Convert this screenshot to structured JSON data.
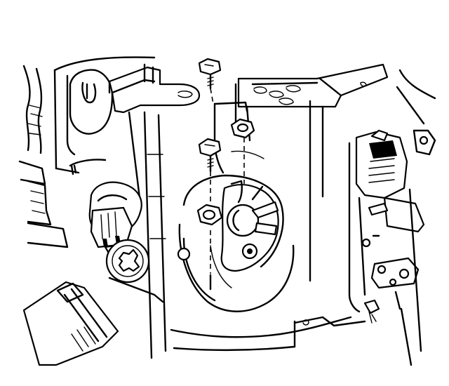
{
  "figure": {
    "kind": "line-art exploded service diagram",
    "background": "#ffffff",
    "ink": "#000000",
    "text_labels": []
  },
  "parts": {
    "upper_bolt": "bolt-icon",
    "mid_bolt_left": "bolt-icon",
    "mid_bolt_right": "nut-icon",
    "lower_nut": "nut-icon",
    "connector": "electrical-connector-icon",
    "torx_screw": "torx-screw-icon",
    "lock_cylinder": "ignition-lock-housing",
    "bracket": "mounting-bracket",
    "switch_module": "switch-module"
  }
}
